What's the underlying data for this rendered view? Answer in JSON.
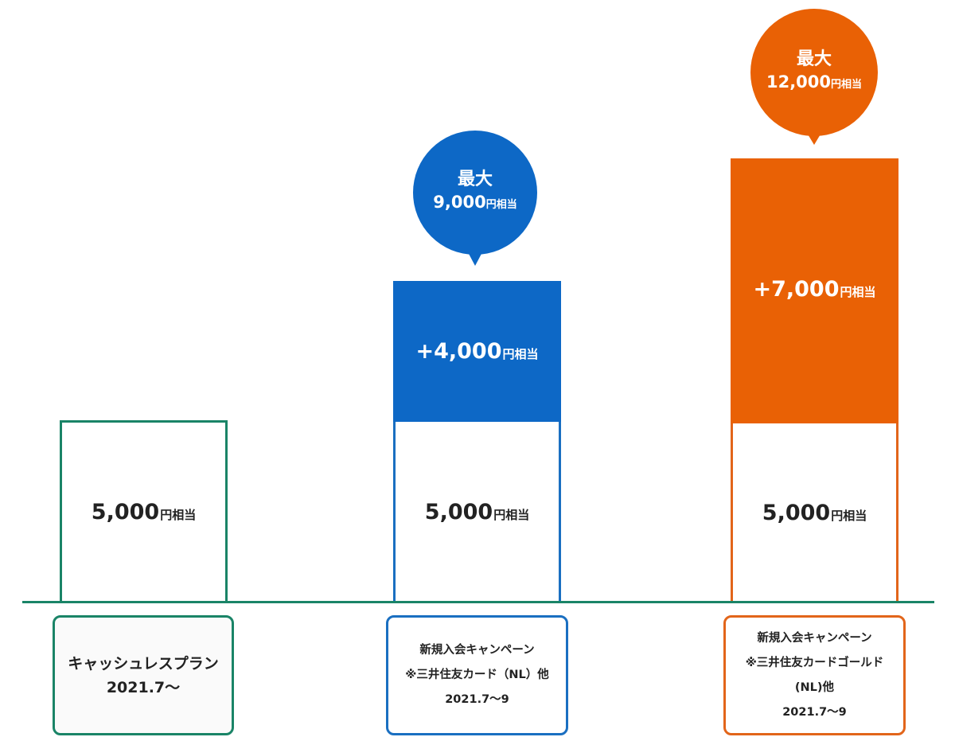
{
  "chart_data": {
    "type": "bar",
    "stacked": true,
    "categories": [
      "キャッシュレスプラン 2021.7〜",
      "新規入会キャンペーン ※三井住友カード（NL）他 2021.7〜9",
      "新規入会キャンペーン ※三井住友カードゴールド (NL)他 2021.7〜9"
    ],
    "series": [
      {
        "values": [
          5000,
          5000,
          5000
        ]
      },
      {
        "values": [
          0,
          4000,
          7000
        ]
      }
    ],
    "totals": [
      5000,
      9000,
      12000
    ],
    "colors": {
      "green": "#1a8467",
      "blue": "#0d68c6",
      "orange": "#e96105"
    }
  },
  "bars": [
    {
      "base_amount": "5,000",
      "base_unit": "円相当"
    },
    {
      "base_amount": "5,000",
      "base_unit": "円相当",
      "plus_amount": "+4,000",
      "plus_unit": "円相当"
    },
    {
      "base_amount": "5,000",
      "base_unit": "円相当",
      "plus_amount": "+7,000",
      "plus_unit": "円相当"
    }
  ],
  "bubbles": [
    {
      "line1": "最大",
      "amount": "9,000",
      "unit": "円相当"
    },
    {
      "line1": "最大",
      "amount": "12,000",
      "unit": "円相当"
    }
  ],
  "labels": [
    {
      "lines": [
        "キャッシュレスプラン",
        "2021.7〜"
      ]
    },
    {
      "lines": [
        "新規入会キャンペーン",
        "※三井住友カード（NL）他",
        "2021.7〜9"
      ]
    },
    {
      "lines": [
        "新規入会キャンペーン",
        "※三井住友カードゴールド",
        "(NL)他",
        "2021.7〜9"
      ]
    }
  ]
}
